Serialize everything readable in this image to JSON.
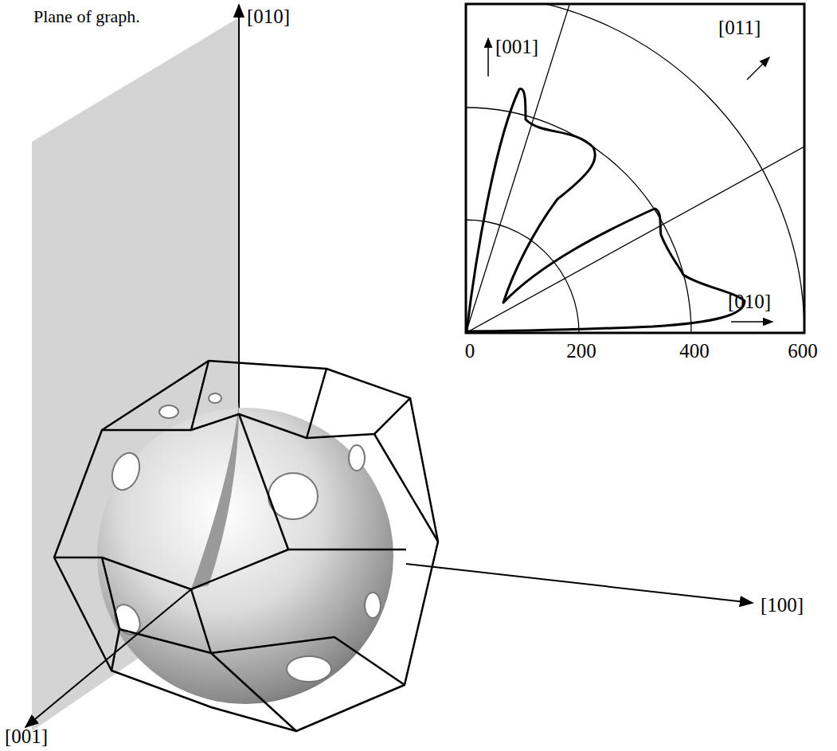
{
  "diagram": {
    "labels": [
      "Plane of graph.",
      "[010]",
      "[001]",
      "[011]",
      "[010]",
      "0",
      "200",
      "400",
      "600",
      "[100]",
      "[001]"
    ]
  }
}
